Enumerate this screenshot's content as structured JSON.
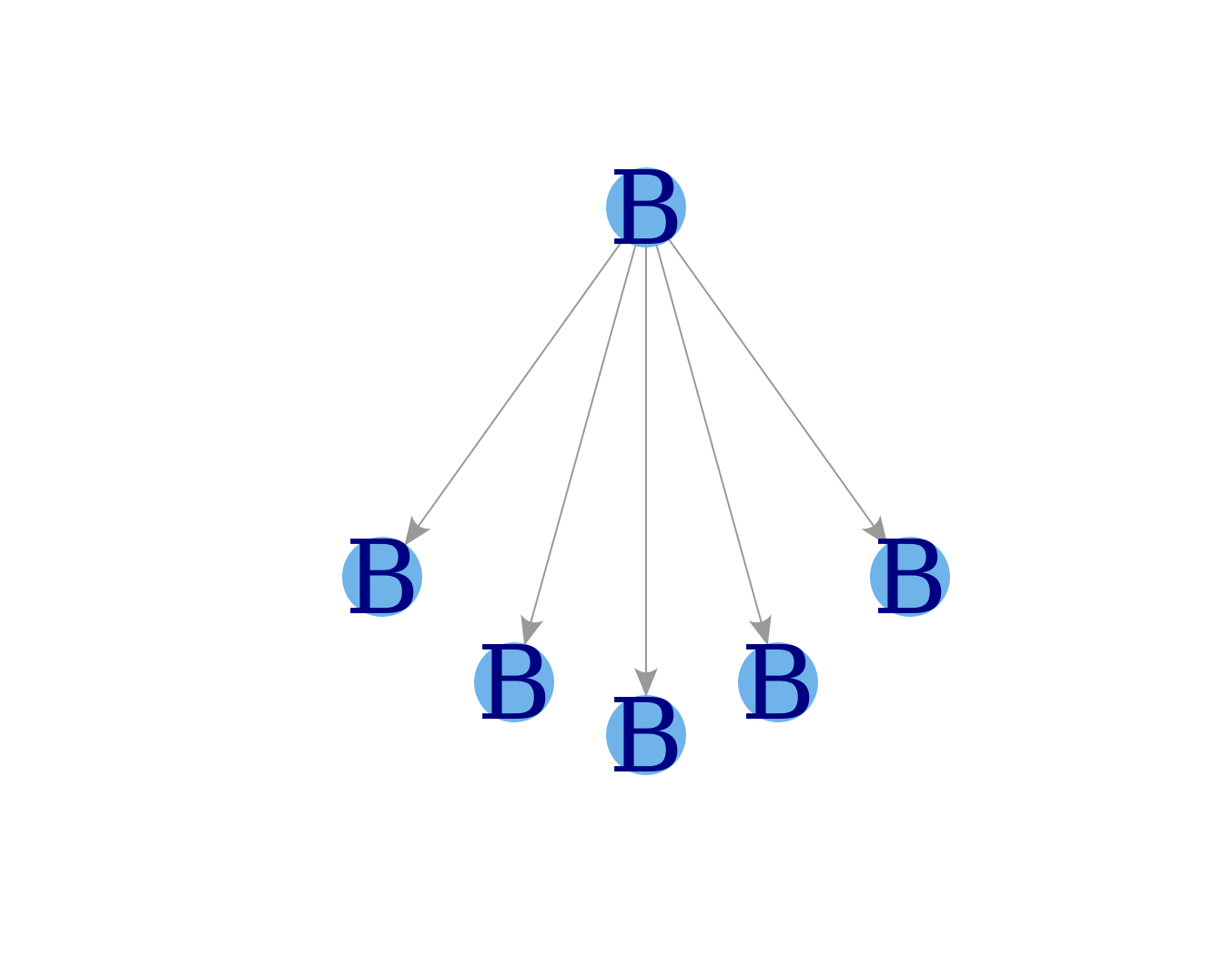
{
  "diagram": {
    "type": "directed-tree",
    "colors": {
      "node_fill": "#6fb3ea",
      "node_label": "#000080",
      "edge": "#999999",
      "background": "#ffffff"
    },
    "nodes": [
      {
        "id": "root",
        "label": "B"
      },
      {
        "id": "child_1",
        "label": "B"
      },
      {
        "id": "child_2",
        "label": "B"
      },
      {
        "id": "child_3",
        "label": "B"
      },
      {
        "id": "child_4",
        "label": "B"
      },
      {
        "id": "child_5",
        "label": "B"
      }
    ],
    "edges": [
      {
        "from": "root",
        "to": "child_1"
      },
      {
        "from": "root",
        "to": "child_2"
      },
      {
        "from": "root",
        "to": "child_3"
      },
      {
        "from": "root",
        "to": "child_4"
      },
      {
        "from": "root",
        "to": "child_5"
      }
    ]
  }
}
